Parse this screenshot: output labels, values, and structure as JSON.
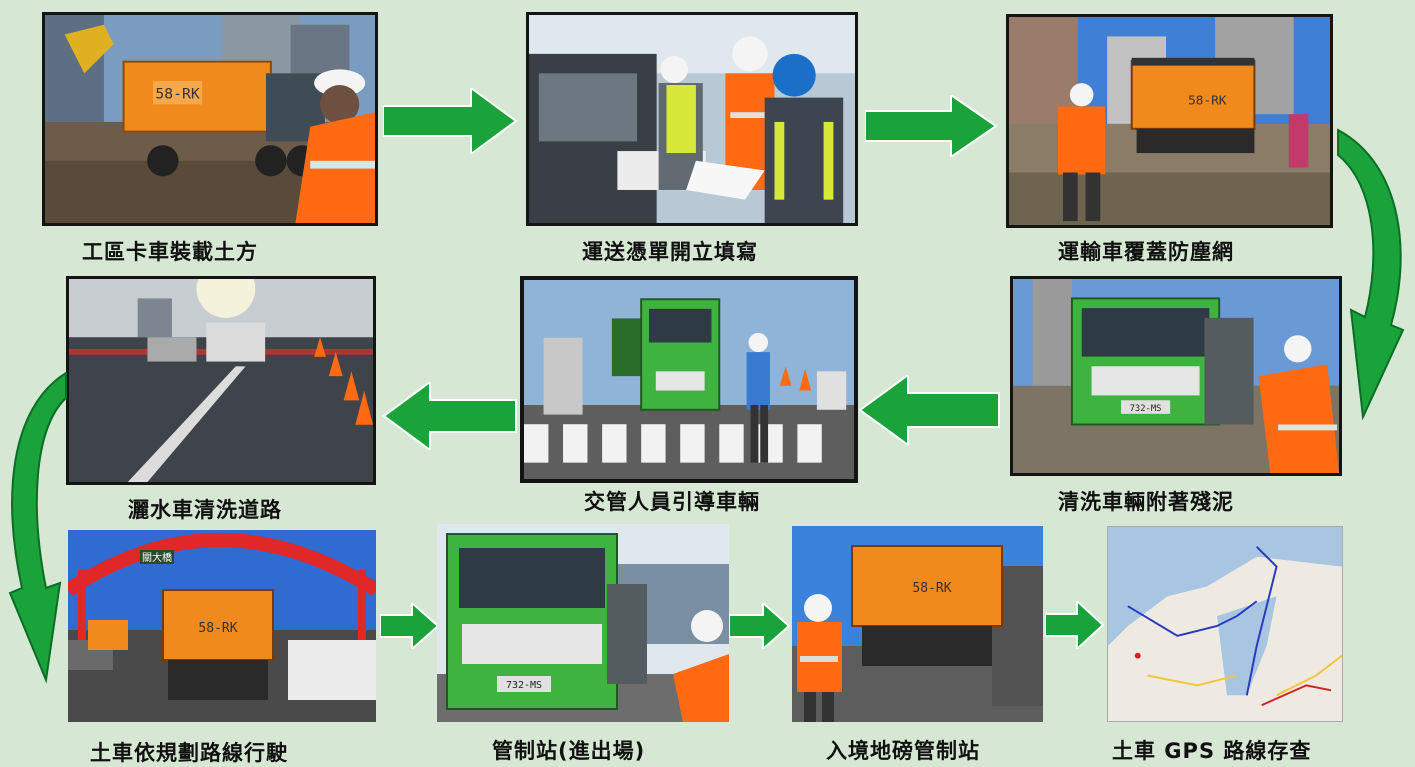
{
  "steps": [
    {
      "id": "step-1",
      "caption": "工區卡車裝載土方",
      "plate": "58-RK"
    },
    {
      "id": "step-2",
      "caption": "運送憑單開立填寫"
    },
    {
      "id": "step-3",
      "caption": "運輸車覆蓋防塵網",
      "plate": "58-RK"
    },
    {
      "id": "step-4",
      "caption": "清洗車輛附著殘泥",
      "plate": "732-MS"
    },
    {
      "id": "step-5",
      "caption": "交管人員引導車輛"
    },
    {
      "id": "step-6",
      "caption": "灑水車清洗道路"
    },
    {
      "id": "step-7",
      "caption": "土車依規劃路線行駛",
      "plate": "58-RK",
      "sign": "關大橋"
    },
    {
      "id": "step-8",
      "caption": "管制站(進出場)",
      "plate": "732-MS"
    },
    {
      "id": "step-9",
      "caption": "入境地磅管制站",
      "plate": "58-RK"
    },
    {
      "id": "step-10",
      "caption": "土車 GPS 路線存查"
    }
  ],
  "colors": {
    "background": "#d6e8d3",
    "arrow_fill": "#1aa33b",
    "arrow_dark": "#0b6e25",
    "truck_orange": "#f08a1c",
    "truck_green": "#3fb33f",
    "vest_orange": "#ff6a12"
  }
}
